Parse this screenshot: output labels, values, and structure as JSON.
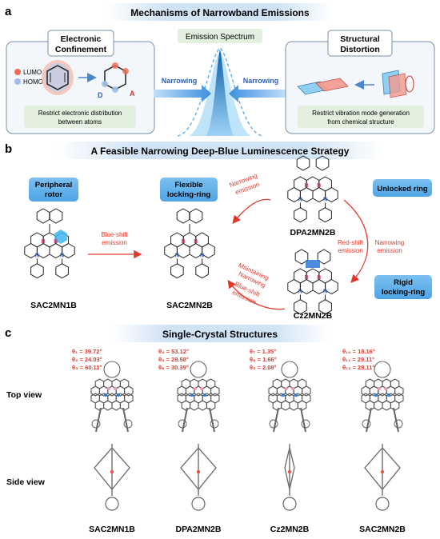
{
  "panel_a": {
    "letter": "a",
    "title": "Mechanisms of Narrowband Emissions",
    "left_box": {
      "title_line1": "Electronic",
      "title_line2": "Confinement",
      "legend_lumo": "LUMO",
      "legend_homo": "HOMO",
      "donor_label": "D",
      "acceptor_label": "A",
      "caption_line1": "Restrict electronic distribution",
      "caption_line2": "between atoms"
    },
    "center": {
      "title": "Emission Spectrum",
      "arrow_left_label": "Narrowing",
      "arrow_right_label": "Narrowing"
    },
    "right_box": {
      "title_line1": "Structural",
      "title_line2": "Distortion",
      "caption_line1": "Restrict vibration mode generation",
      "caption_line2": "from chemical structure"
    }
  },
  "panel_b": {
    "letter": "b",
    "title": "A Feasible Narrowing Deep-Blue Luminescence Strategy",
    "tag_peripheral_line1": "Peripheral",
    "tag_peripheral_line2": "rotor",
    "tag_flexible_line1": "Flexible",
    "tag_flexible_line2": "locking-ring",
    "tag_unlocked": "Unlocked ring",
    "tag_rigid_line1": "Rigid",
    "tag_rigid_line2": "locking-ring",
    "mol_sac2mn1b": "SAC2MN1B",
    "mol_sac2mn2b": "SAC2MN2B",
    "mol_dpa2mn2b": "DPA2MN2B",
    "mol_cz2mn2b": "Cz2MN2B",
    "arrow_blueshift_line1": "Blue-shift",
    "arrow_blueshift_line2": "emission",
    "arrow_narrowing_line1": "Narrowing",
    "arrow_narrowing_line2": "emission",
    "arrow_redshift_line1": "Red-shift",
    "arrow_redshift_line2": "emission",
    "arrow_narrowing2_line1": "Narrowing",
    "arrow_narrowing2_line2": "emission",
    "arrow_maintain_line1": "Maintaining",
    "arrow_maintain_line2": "Narrowing",
    "arrow_maintain_line3": "Blue-shift",
    "arrow_maintain_line4": "emission",
    "atom_b": "B",
    "atom_n": "N"
  },
  "panel_c": {
    "letter": "c",
    "title": "Single-Crystal Structures",
    "row_top": "Top view",
    "row_side": "Side view",
    "colors": {
      "angle_text": "#e0392b",
      "accent_blue": "#2b7bd6",
      "banner": "#cfe3f5"
    },
    "columns": [
      {
        "name": "SAC2MN1B",
        "angles": [
          "θ₁ = 39.72°",
          "θ₂ = 24.03°",
          "θ₃ = 60.11°"
        ]
      },
      {
        "name": "DPA2MN2B",
        "angles": [
          "θ₄ = 53.12°",
          "θ₅ = 28.58°",
          "θ₆ = 30.39°"
        ]
      },
      {
        "name": "Cz2MN2B",
        "angles": [
          "θ₇ = 1.35°",
          "θ₈ = 1.66°",
          "θ₉ = 2.08°"
        ]
      },
      {
        "name": "SAC2MN2B",
        "angles": [
          "θ₁₀ = 18.16°",
          "θ₁₁ = 29.11°",
          "θ₁₂ = 29.11°"
        ]
      }
    ]
  }
}
